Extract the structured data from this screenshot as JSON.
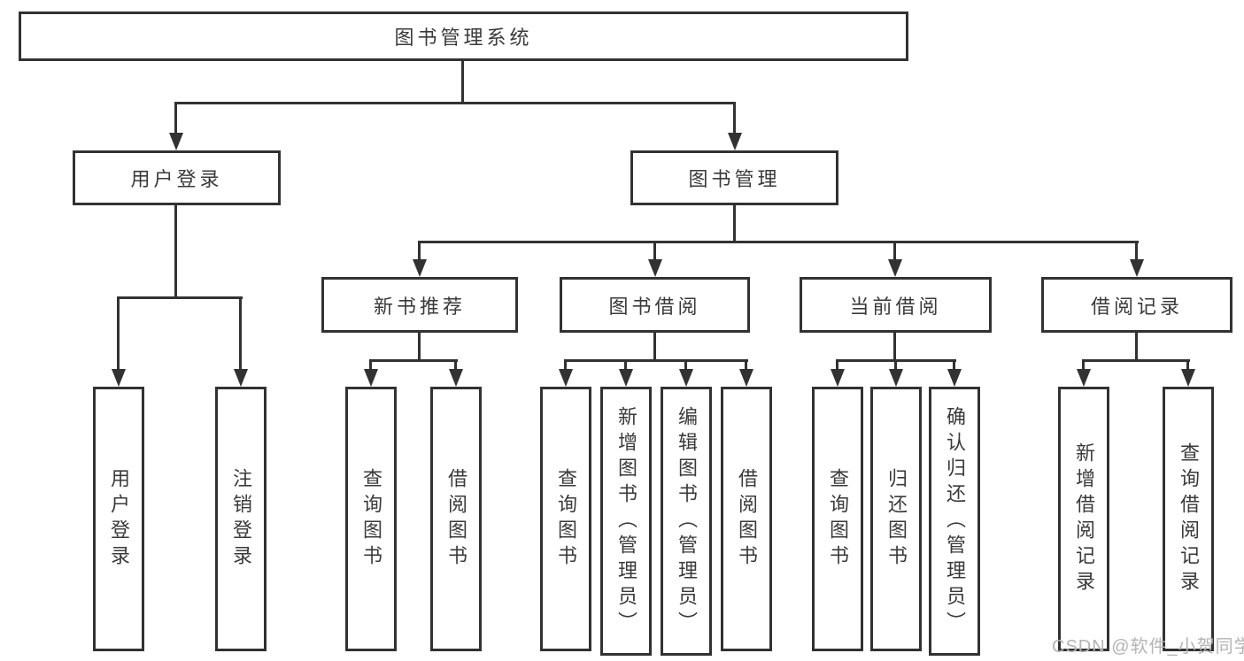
{
  "diagram": {
    "title": "图书管理系统",
    "nodes": {
      "root": "图书管理系统",
      "user_login": "用户登录",
      "book_management": "图书管理",
      "new_book_recommend": "新书推荐",
      "book_borrowing": "图书借阅",
      "current_borrowing": "当前借阅",
      "borrowing_records": "借阅记录",
      "leaf_user_login": "用户登录",
      "leaf_logout": "注销登录",
      "rec_query_books": "查询图书",
      "rec_borrow_books": "借阅图书",
      "bor_query_books": "查询图书",
      "bor_add_books_admin": "新增图书（管理员）",
      "bor_edit_books_admin": "编辑图书（管理员）",
      "bor_borrow_books": "借阅图书",
      "cur_query_books": "查询图书",
      "cur_return_books": "归还图书",
      "cur_confirm_return_admin": "确认归还（管理员）",
      "rcd_add_record": "新增借阅记录",
      "rcd_query_record": "查询借阅记录"
    },
    "colors": {
      "line": "#323232",
      "text": "#3a3a3a",
      "background": "#ffffff",
      "watermark": "#b4b4b4"
    }
  },
  "watermark": "CSDN @软件_小贺同学"
}
